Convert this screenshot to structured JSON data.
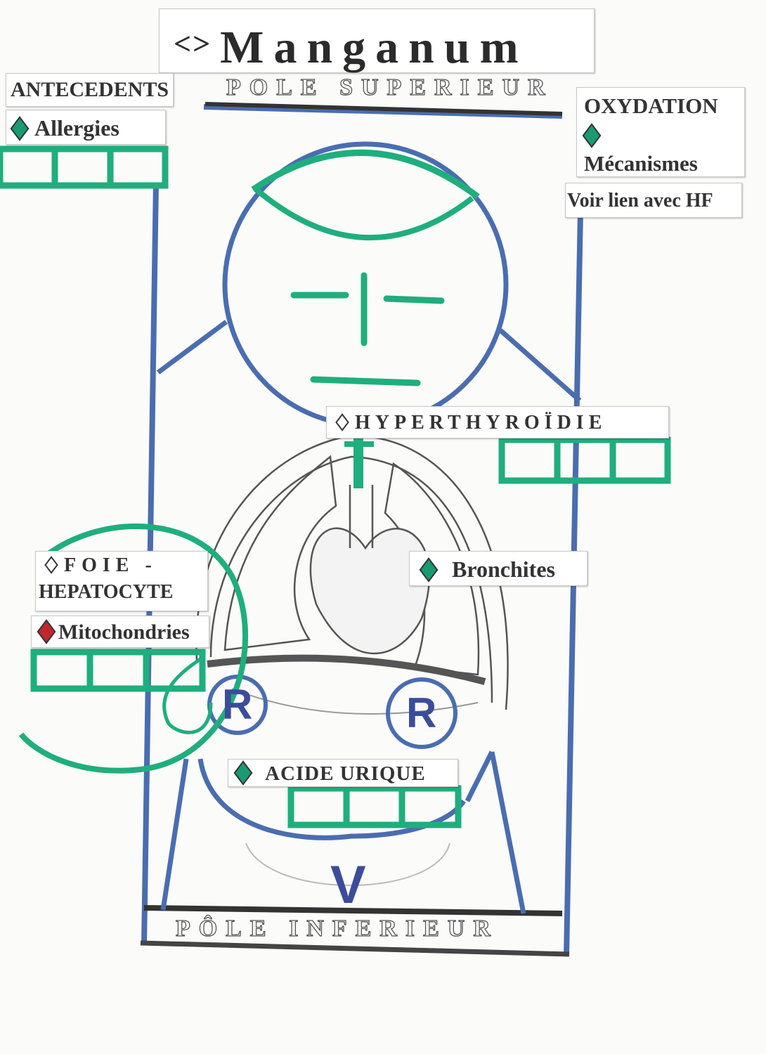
{
  "title": {
    "symbol": "<>",
    "text": "Manganum"
  },
  "pole_superieur": "POLE SUPERIEUR",
  "pole_inferieur": "PÔLE INFERIEUR",
  "antecedents": {
    "heading": "ANTECEDENTS",
    "item": "Allergies"
  },
  "oxydation": {
    "heading": "OXYDATION",
    "item": "Mécanismes",
    "note": "Voir lien avec HF"
  },
  "hyperthyroidie": "HYPERTHYROÏDIE",
  "bronchites": "Bronchites",
  "foie": {
    "line1": "FOIE -",
    "line2": "HEPATOCYTE",
    "item": "Mitochondries"
  },
  "acide_urique": "ACIDE URIQUE",
  "kidney_letter": "R",
  "base_letter": "V",
  "colors": {
    "green": "#1fae7e",
    "blue": "#4a6db0",
    "dark": "#3a3a3a"
  },
  "icons": [
    "diamond-icon",
    "lungs-heart-illustration"
  ]
}
